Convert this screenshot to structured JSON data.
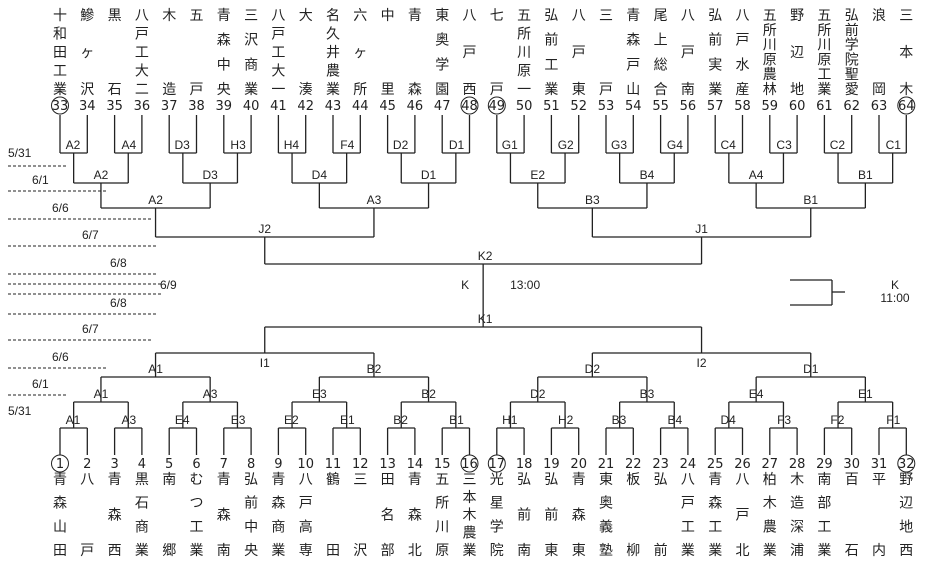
{
  "top_teams": [
    {
      "num": "33",
      "name": "十和田工業",
      "seed": true
    },
    {
      "num": "34",
      "name": "鰺ヶ沢",
      "seed": false
    },
    {
      "num": "35",
      "name": "黒石",
      "seed": false
    },
    {
      "num": "36",
      "name": "八戸工大二",
      "seed": false
    },
    {
      "num": "37",
      "name": "木造",
      "seed": false
    },
    {
      "num": "38",
      "name": "五戸",
      "seed": false
    },
    {
      "num": "39",
      "name": "青森中央",
      "seed": false
    },
    {
      "num": "40",
      "name": "三沢商業",
      "seed": false
    },
    {
      "num": "41",
      "name": "八戸工大一",
      "seed": false
    },
    {
      "num": "42",
      "name": "大湊",
      "seed": false
    },
    {
      "num": "43",
      "name": "名久井農業",
      "seed": false
    },
    {
      "num": "44",
      "name": "六ヶ所",
      "seed": false
    },
    {
      "num": "45",
      "name": "中里",
      "seed": false
    },
    {
      "num": "46",
      "name": "青森",
      "seed": false
    },
    {
      "num": "47",
      "name": "東奥学園",
      "seed": false
    },
    {
      "num": "48",
      "name": "八戸西",
      "seed": true
    },
    {
      "num": "49",
      "name": "七戸",
      "seed": true
    },
    {
      "num": "50",
      "name": "五所川原一",
      "seed": false
    },
    {
      "num": "51",
      "name": "弘前工業",
      "seed": false
    },
    {
      "num": "52",
      "name": "八戸東",
      "seed": false
    },
    {
      "num": "53",
      "name": "三戸",
      "seed": false
    },
    {
      "num": "54",
      "name": "青森戸山",
      "seed": false
    },
    {
      "num": "55",
      "name": "尾上総合",
      "seed": false
    },
    {
      "num": "56",
      "name": "八戸南",
      "seed": false
    },
    {
      "num": "57",
      "name": "弘前実業",
      "seed": false
    },
    {
      "num": "58",
      "name": "八戸水産",
      "seed": false
    },
    {
      "num": "59",
      "name": "五所川原農林",
      "seed": false
    },
    {
      "num": "60",
      "name": "野辺地",
      "seed": false
    },
    {
      "num": "61",
      "name": "五所川原工業",
      "seed": false
    },
    {
      "num": "62",
      "name": "弘前学院聖愛",
      "seed": false
    },
    {
      "num": "63",
      "name": "浪岡",
      "seed": false
    },
    {
      "num": "64",
      "name": "三本木",
      "seed": true
    }
  ],
  "bottom_teams": [
    {
      "num": "1",
      "name": "青森山田",
      "seed": true
    },
    {
      "num": "2",
      "name": "八戸",
      "seed": false
    },
    {
      "num": "3",
      "name": "青森西",
      "seed": false
    },
    {
      "num": "4",
      "name": "黒石商業",
      "seed": false
    },
    {
      "num": "5",
      "name": "南郷",
      "seed": false
    },
    {
      "num": "6",
      "name": "むつ工業",
      "seed": false
    },
    {
      "num": "7",
      "name": "青森南",
      "seed": false
    },
    {
      "num": "8",
      "name": "弘前中央",
      "seed": false
    },
    {
      "num": "9",
      "name": "青森商業",
      "seed": false
    },
    {
      "num": "10",
      "name": "八戸高専",
      "seed": false
    },
    {
      "num": "11",
      "name": "鶴田",
      "seed": false
    },
    {
      "num": "12",
      "name": "三沢",
      "seed": false
    },
    {
      "num": "13",
      "name": "田名部",
      "seed": false
    },
    {
      "num": "14",
      "name": "青森北",
      "seed": false
    },
    {
      "num": "15",
      "name": "五所川原",
      "seed": false
    },
    {
      "num": "16",
      "name": "三本木農業",
      "seed": true
    },
    {
      "num": "17",
      "name": "光星学院",
      "seed": true
    },
    {
      "num": "18",
      "name": "弘前南",
      "seed": false
    },
    {
      "num": "19",
      "name": "弘前東",
      "seed": false
    },
    {
      "num": "20",
      "name": "青森東",
      "seed": false
    },
    {
      "num": "21",
      "name": "東奥義塾",
      "seed": false
    },
    {
      "num": "22",
      "name": "板柳",
      "seed": false
    },
    {
      "num": "23",
      "name": "弘前",
      "seed": false
    },
    {
      "num": "24",
      "name": "八戸工業",
      "seed": false
    },
    {
      "num": "25",
      "name": "青森工業",
      "seed": false
    },
    {
      "num": "26",
      "name": "八戸北",
      "seed": false
    },
    {
      "num": "27",
      "name": "柏木農業",
      "seed": false
    },
    {
      "num": "28",
      "name": "木造深浦",
      "seed": false
    },
    {
      "num": "29",
      "name": "南部工業",
      "seed": false
    },
    {
      "num": "30",
      "name": "百石",
      "seed": false
    },
    {
      "num": "31",
      "name": "平内",
      "seed": false
    },
    {
      "num": "32",
      "name": "野辺地西",
      "seed": true
    }
  ],
  "top_r1_labels": [
    "A2",
    "A4",
    "D3",
    "H3",
    "H4",
    "F4",
    "D2",
    "D1",
    "G1",
    "G2",
    "G3",
    "G4",
    "C4",
    "C3",
    "C2",
    "C1"
  ],
  "top_r2_labels": [
    "A2",
    "D3",
    "D4",
    "D1",
    "E2",
    "B4",
    "A4",
    "B1"
  ],
  "top_r3_labels": [
    "A2",
    "A3",
    "B3",
    "B1"
  ],
  "top_r4_labels": [
    "J2",
    "J1"
  ],
  "top_final_label": "K2",
  "bottom_r1_labels": [
    "A1",
    "A3",
    "E4",
    "E3",
    "E2",
    "E1",
    "B2",
    "B1",
    "H1",
    "H2",
    "B3",
    "B4",
    "D4",
    "F3",
    "F2",
    "F1"
  ],
  "bottom_r2_labels": [
    "A1",
    "A3",
    "E3",
    "B2",
    "D2",
    "B3",
    "E4",
    "E1"
  ],
  "bottom_r3_labels": [
    "A1",
    "B2",
    "D2",
    "D1"
  ],
  "bottom_r4_labels": [
    "I1",
    "I2"
  ],
  "bottom_final_label": "K1",
  "final": {
    "label": "K",
    "time": "13:00"
  },
  "side_note": {
    "label": "K",
    "time": "11:00"
  },
  "dates": [
    "5/31",
    "6/1",
    "6/6",
    "6/7",
    "6/8",
    "6/9",
    "6/8",
    "6/7",
    "6/6",
    "6/1",
    "5/31"
  ]
}
